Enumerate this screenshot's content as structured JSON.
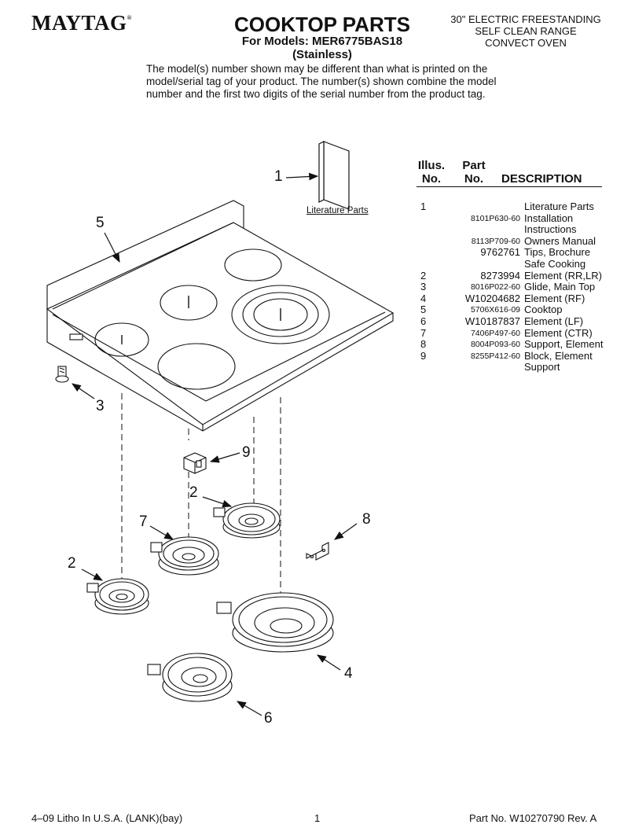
{
  "header": {
    "brand": "MAYTAG",
    "brand_mark": "®",
    "title": "COOKTOP PARTS",
    "models_line": "For Models: MER6775BAS18",
    "finish": "(Stainless)",
    "range_info": [
      "30\" ELECTRIC FREESTANDING",
      "SELF CLEAN RANGE",
      "CONVECT OVEN"
    ]
  },
  "note": "The model(s) number shown may be different than what is printed on the model/serial tag of your product. The number(s) shown combine the model number and the first two digits of the serial number from the product tag.",
  "parts_table": {
    "col_illus": [
      "Illus.",
      "No."
    ],
    "col_part": [
      "Part",
      "No."
    ],
    "col_desc": "DESCRIPTION",
    "rows": [
      {
        "illus": "1",
        "part": "",
        "desc": "Literature Parts"
      },
      {
        "illus": "",
        "part": "8101P630-60",
        "desc": "Installation"
      },
      {
        "illus": "",
        "part": "",
        "desc": "Instructions"
      },
      {
        "illus": "",
        "part": "8113P709-60",
        "desc": "Owners Manual"
      },
      {
        "illus": "",
        "part": "9762761",
        "desc": "Tips, Brochure"
      },
      {
        "illus": "",
        "part": "",
        "desc": "Safe Cooking"
      },
      {
        "illus": "2",
        "part": "8273994",
        "desc": "Element (RR,LR)"
      },
      {
        "illus": "3",
        "part": "8016P022-60",
        "desc": "Glide, Main Top"
      },
      {
        "illus": "4",
        "part": "W10204682",
        "desc": "Element (RF)"
      },
      {
        "illus": "5",
        "part": "5706X616-09",
        "desc": "Cooktop"
      },
      {
        "illus": "6",
        "part": "W10187837",
        "desc": "Element (LF)"
      },
      {
        "illus": "7",
        "part": "7406P497-60",
        "desc": "Element (CTR)"
      },
      {
        "illus": "8",
        "part": "8004P093-60",
        "desc": "Support, Element"
      },
      {
        "illus": "9",
        "part": "8255P412-60",
        "desc": "Block, Element"
      },
      {
        "illus": "",
        "part": "",
        "desc": "Support"
      }
    ]
  },
  "diagram": {
    "literature_label": "Literature Parts",
    "callouts": [
      "1",
      "5",
      "3",
      "9",
      "2",
      "7",
      "8",
      "2",
      "4",
      "6"
    ]
  },
  "footer": {
    "left": "4–09 Litho In U.S.A. (LANK)(bay)",
    "center": "1",
    "right": "Part No. W10270790 Rev. A"
  }
}
